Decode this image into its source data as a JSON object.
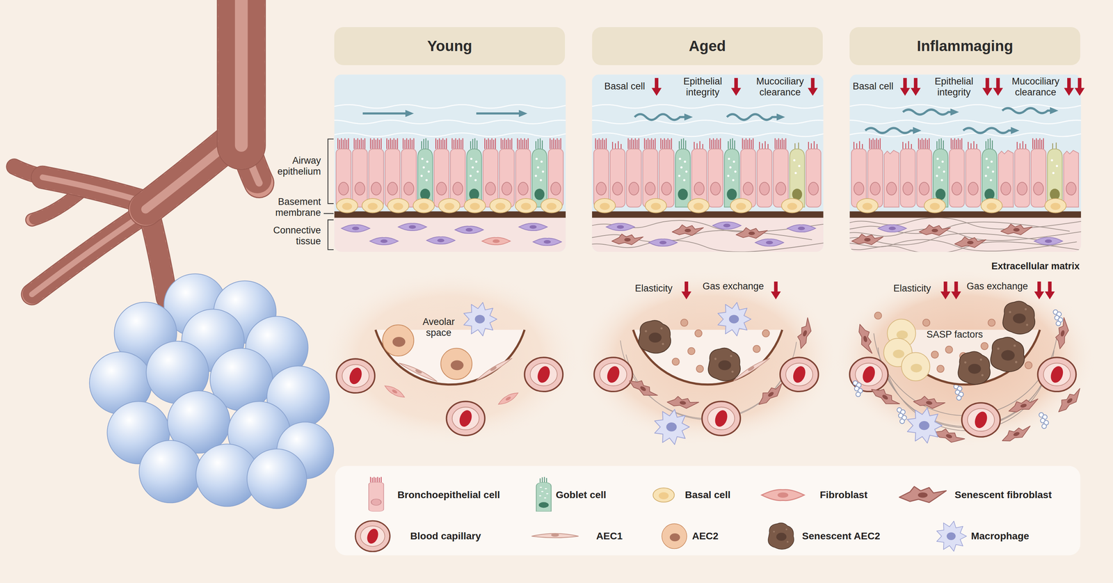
{
  "diagram": {
    "nodes": [
      {
        "text": [
          "Young"
        ]
      },
      {
        "text": [
          "Aged"
        ]
      },
      {
        "text": [
          "Inflammaging"
        ]
      }
    ],
    "labels": [
      "Airway epithelium",
      "Basement membrane",
      "Connective tissue",
      "Basal cell",
      "Epithelial integrity",
      "Mucociliary clearance",
      "Basal cell",
      "Epithelial integrity",
      "Mucociliary clearance",
      "Extracellular matrix",
      "Aveolar space",
      "Elasticity",
      "Gas exchange",
      "Elasticity",
      "Gas exchange",
      "SASP factors"
    ],
    "legend": [
      {
        "text": "Bronchoepithelial cell"
      },
      {
        "text": "Goblet cell"
      },
      {
        "text": "Basal cell"
      },
      {
        "text": "Fibroblast"
      },
      {
        "text": "Senescent fibroblast"
      },
      {
        "text": "Blood capillary"
      },
      {
        "text": "AEC1"
      },
      {
        "text": "AEC2"
      },
      {
        "text": "Senescent AEC2"
      },
      {
        "text": "Macrophage"
      }
    ]
  }
}
